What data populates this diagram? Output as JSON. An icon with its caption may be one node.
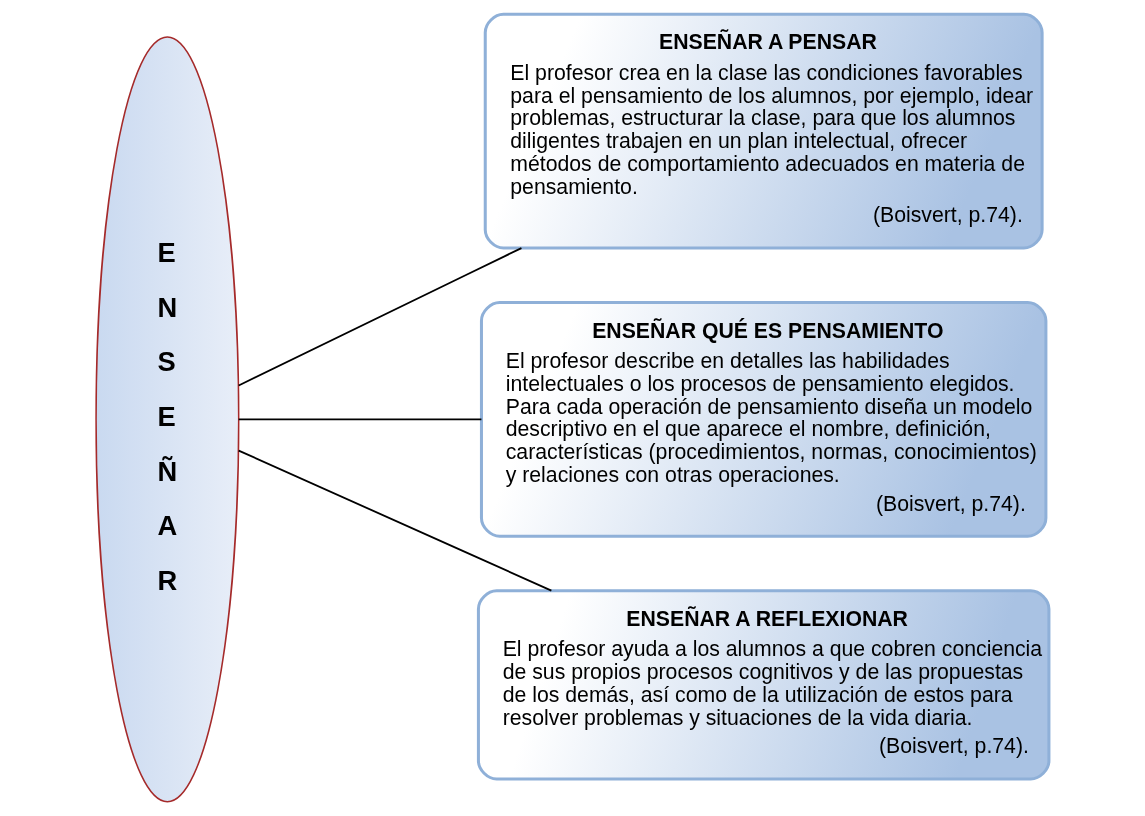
{
  "diagram": {
    "nodes": [
      {
        "text": [
          "E N S E Ñ A R"
        ]
      },
      {
        "text": [
          "ENSEÑAR A PENSAR",
          "El profesor crea en la clase las condiciones favorables para el pensamiento de los alumnos, por ejemplo, idear problemas, estructurar la clase, para que los alumnos diligentes trabajen en un plan intelectual, ofrecer métodos de comportamiento adecuados en materia de pensamiento.",
          "(Boisvert, p.74)."
        ]
      },
      {
        "text": [
          "ENSEÑAR QUÉ ES PENSAMIENTO",
          "El profesor describe en detalles las habilidades intelectuales o los procesos de pensamiento elegidos. Para cada operación de pensamiento diseña un modelo descriptivo en el que aparece el nombre, definición, características (procedimientos, normas, conocimientos) y relaciones con otras operaciones.",
          "(Boisvert, p.74)."
        ]
      },
      {
        "text": [
          "ENSEÑAR A REFLEXIONAR",
          "El profesor ayuda a los alumnos a que cobren conciencia de sus propios procesos cognitivos y de las propuestas de los demás, así como de la utilización de estos para resolver problemas y situaciones de la vida diaria.",
          "(Boisvert, p.74)."
        ]
      }
    ],
    "edges": [
      {
        "from": 0,
        "to": 1,
        "arrow": "none"
      },
      {
        "from": 0,
        "to": 2,
        "arrow": "none"
      },
      {
        "from": 0,
        "to": 3,
        "arrow": "none"
      }
    ]
  }
}
